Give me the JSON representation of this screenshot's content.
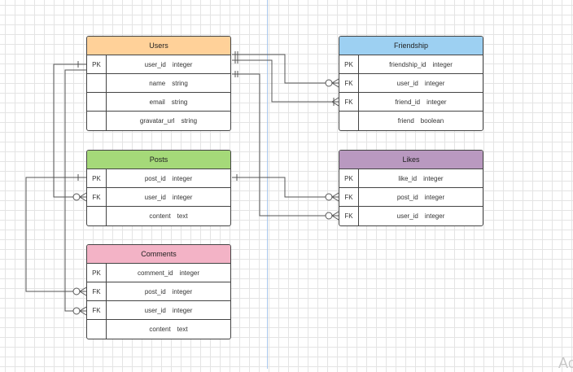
{
  "tables": [
    {
      "id": "users",
      "name": "Users",
      "color": "#ffd199",
      "rows": [
        {
          "key": "PK",
          "field": "user_id",
          "type": "integer"
        },
        {
          "key": "",
          "field": "name",
          "type": "string"
        },
        {
          "key": "",
          "field": "email",
          "type": "string"
        },
        {
          "key": "",
          "field": "gravatar_url",
          "type": "string"
        }
      ]
    },
    {
      "id": "friendship",
      "name": "Friendship",
      "color": "#9dd0f2",
      "rows": [
        {
          "key": "PK",
          "field": "friendship_id",
          "type": "integer"
        },
        {
          "key": "FK",
          "field": "user_id",
          "type": "integer"
        },
        {
          "key": "FK",
          "field": "friend_id",
          "type": "integer"
        },
        {
          "key": "",
          "field": "friend",
          "type": "boolean"
        }
      ]
    },
    {
      "id": "posts",
      "name": "Posts",
      "color": "#a5d979",
      "rows": [
        {
          "key": "PK",
          "field": "post_id",
          "type": "integer"
        },
        {
          "key": "FK",
          "field": "user_id",
          "type": "integer"
        },
        {
          "key": "",
          "field": "content",
          "type": "text"
        }
      ]
    },
    {
      "id": "likes",
      "name": "Likes",
      "color": "#b999c0",
      "rows": [
        {
          "key": "PK",
          "field": "like_id",
          "type": "integer"
        },
        {
          "key": "FK",
          "field": "post_id",
          "type": "integer"
        },
        {
          "key": "FK",
          "field": "user_id",
          "type": "integer"
        }
      ]
    },
    {
      "id": "comments",
      "name": "Comments",
      "color": "#f3b3c6",
      "rows": [
        {
          "key": "PK",
          "field": "comment_id",
          "type": "integer"
        },
        {
          "key": "FK",
          "field": "post_id",
          "type": "integer"
        },
        {
          "key": "FK",
          "field": "user_id",
          "type": "integer"
        },
        {
          "key": "",
          "field": "content",
          "type": "text"
        }
      ]
    }
  ],
  "corner_text": "Ac"
}
